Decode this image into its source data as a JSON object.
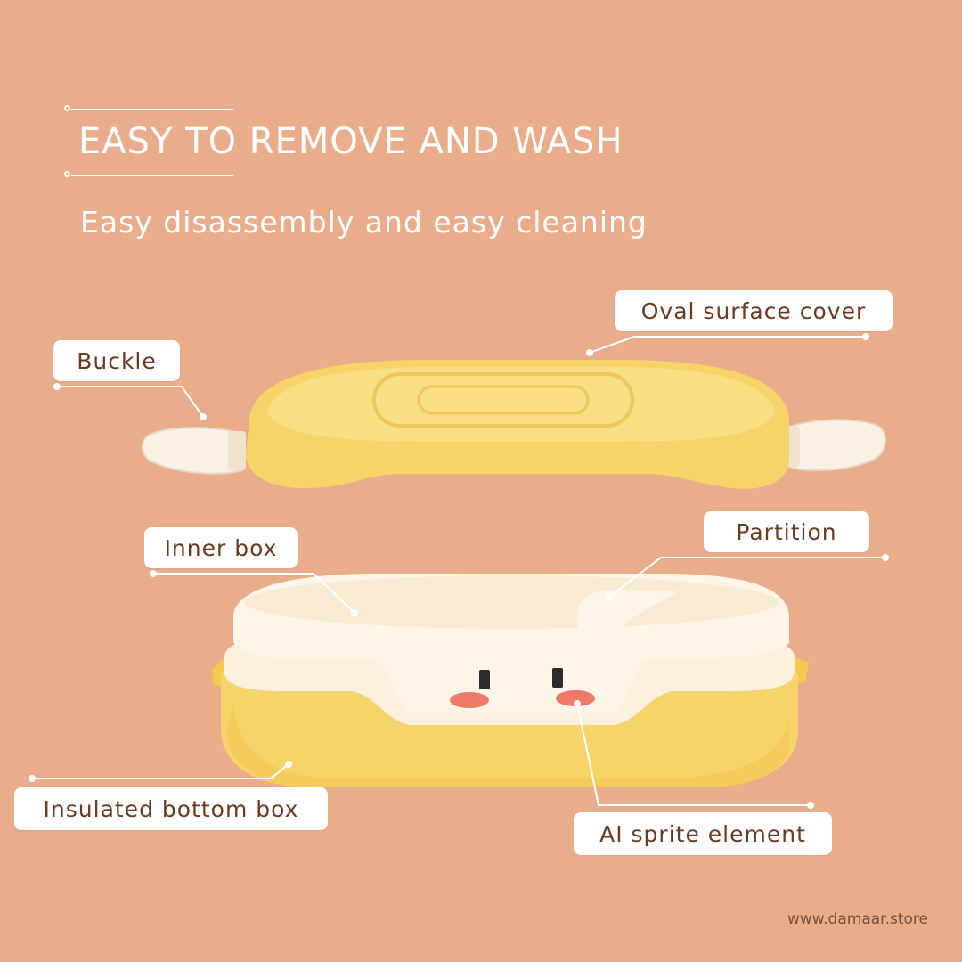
{
  "headline": "EASY TO REMOVE AND WASH",
  "subtitle": "Easy disassembly and easy cleaning",
  "labels": {
    "oval_cover": "Oval surface cover",
    "buckle": "Buckle",
    "inner_box": "Inner box",
    "partition": "Partition",
    "bottom_box": "Insulated bottom box",
    "sprite": "AI sprite element"
  },
  "watermark": "www.damaar.store",
  "colors": {
    "background": "#e9ad8c",
    "lid_yellow": "#f7d46a",
    "cream": "#fbf1df",
    "label_text": "#6b3a22"
  }
}
